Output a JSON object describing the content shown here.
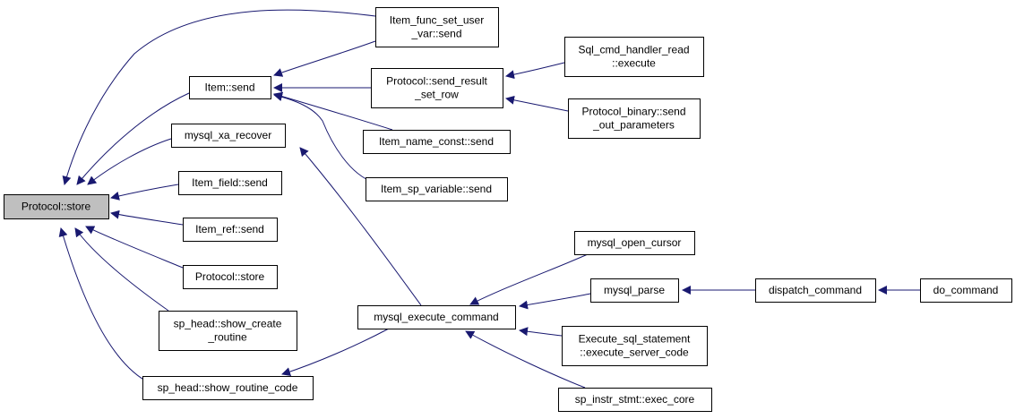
{
  "nodes": [
    {
      "id": "protocol_store_root",
      "lines": [
        "Protocol::store"
      ],
      "highlight": true
    },
    {
      "id": "item_func_set_user_var_send",
      "lines": [
        "Item_func_set_user",
        "_var::send"
      ]
    },
    {
      "id": "item_send",
      "lines": [
        "Item::send"
      ]
    },
    {
      "id": "protocol_send_result_set_row",
      "lines": [
        "Protocol::send_result",
        "_set_row"
      ]
    },
    {
      "id": "sql_cmd_handler_read_execute",
      "lines": [
        "Sql_cmd_handler_read",
        "::execute"
      ]
    },
    {
      "id": "protocol_binary_send_out_parameters",
      "lines": [
        "Protocol_binary::send",
        "_out_parameters"
      ]
    },
    {
      "id": "mysql_xa_recover",
      "lines": [
        "mysql_xa_recover"
      ]
    },
    {
      "id": "item_name_const_send",
      "lines": [
        "Item_name_const::send"
      ]
    },
    {
      "id": "item_sp_variable_send",
      "lines": [
        "Item_sp_variable::send"
      ]
    },
    {
      "id": "item_field_send",
      "lines": [
        "Item_field::send"
      ]
    },
    {
      "id": "item_ref_send",
      "lines": [
        "Item_ref::send"
      ]
    },
    {
      "id": "protocol_store_child",
      "lines": [
        "Protocol::store"
      ]
    },
    {
      "id": "sp_head_show_create_routine",
      "lines": [
        "sp_head::show_create",
        "_routine"
      ]
    },
    {
      "id": "sp_head_show_routine_code",
      "lines": [
        "sp_head::show_routine_code"
      ]
    },
    {
      "id": "mysql_execute_command",
      "lines": [
        "mysql_execute_command"
      ]
    },
    {
      "id": "mysql_open_cursor",
      "lines": [
        "mysql_open_cursor"
      ]
    },
    {
      "id": "mysql_parse",
      "lines": [
        "mysql_parse"
      ]
    },
    {
      "id": "dispatch_command",
      "lines": [
        "dispatch_command"
      ]
    },
    {
      "id": "do_command",
      "lines": [
        "do_command"
      ]
    },
    {
      "id": "execute_sql_statement_execute_server_code",
      "lines": [
        "Execute_sql_statement",
        "::execute_server_code"
      ]
    },
    {
      "id": "sp_instr_stmt_exec_core",
      "lines": [
        "sp_instr_stmt::exec_core"
      ]
    }
  ],
  "edges": [
    {
      "from": "item_func_set_user_var_send",
      "to": "protocol_store_root"
    },
    {
      "from": "item_send",
      "to": "protocol_store_root"
    },
    {
      "from": "mysql_xa_recover",
      "to": "protocol_store_root"
    },
    {
      "from": "item_field_send",
      "to": "protocol_store_root"
    },
    {
      "from": "item_ref_send",
      "to": "protocol_store_root"
    },
    {
      "from": "protocol_store_child",
      "to": "protocol_store_root"
    },
    {
      "from": "sp_head_show_create_routine",
      "to": "protocol_store_root"
    },
    {
      "from": "sp_head_show_routine_code",
      "to": "protocol_store_root"
    },
    {
      "from": "item_func_set_user_var_send",
      "to": "item_send"
    },
    {
      "from": "protocol_send_result_set_row",
      "to": "item_send"
    },
    {
      "from": "item_name_const_send",
      "to": "item_send"
    },
    {
      "from": "item_sp_variable_send",
      "to": "item_send"
    },
    {
      "from": "sql_cmd_handler_read_execute",
      "to": "protocol_send_result_set_row"
    },
    {
      "from": "protocol_binary_send_out_parameters",
      "to": "protocol_send_result_set_row"
    },
    {
      "from": "mysql_execute_command",
      "to": "mysql_xa_recover"
    },
    {
      "from": "mysql_execute_command",
      "to": "sp_head_show_routine_code"
    },
    {
      "from": "mysql_open_cursor",
      "to": "mysql_execute_command"
    },
    {
      "from": "mysql_parse",
      "to": "mysql_execute_command"
    },
    {
      "from": "execute_sql_statement_execute_server_code",
      "to": "mysql_execute_command"
    },
    {
      "from": "sp_instr_stmt_exec_core",
      "to": "mysql_execute_command"
    },
    {
      "from": "dispatch_command",
      "to": "mysql_parse"
    },
    {
      "from": "do_command",
      "to": "dispatch_command"
    }
  ],
  "colors": {
    "edge": "#191970",
    "node_border": "#000000",
    "node_fill": "#ffffff",
    "highlight_fill": "#bfbfbf"
  }
}
